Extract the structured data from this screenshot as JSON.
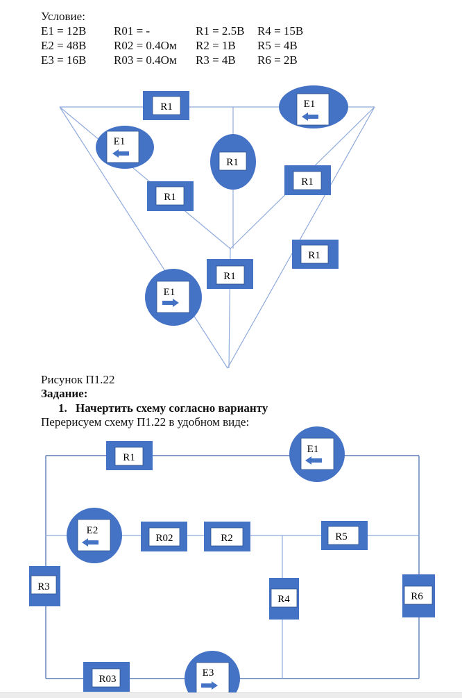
{
  "condition": {
    "heading": "Условие:",
    "rows": [
      [
        "E1 = 12В",
        "R01 = -",
        "R1 = 2.5В",
        "R4 = 15В"
      ],
      [
        "E2 = 48В",
        "R02 = 0.4Ом",
        "R2 = 1В",
        "R5 = 4В"
      ],
      [
        "E3 = 16В",
        "R03 = 0.4Ом",
        "R3 = 4В",
        "R6 = 2В"
      ]
    ]
  },
  "figure1": {
    "caption": "Рисунок П1.22",
    "elements": {
      "r_top": "R1",
      "e_top_right": "E1",
      "e_left": "E1",
      "r_center": "R1",
      "r_right_upper": "R1",
      "r_left_lower": "R1",
      "r_right_lower": "R1",
      "r_middle_lower": "R1",
      "e_bottom": "E1"
    }
  },
  "task": {
    "heading": "Задание:",
    "item_number": "1.",
    "item_text": "Начертить схему согласно варианту",
    "note": "Перерисуем схему П1.22 в удобном виде:"
  },
  "figure2": {
    "elements": {
      "r1": "R1",
      "e1": "E1",
      "e2": "E2",
      "r02": "R02",
      "r2": "R2",
      "r5": "R5",
      "r3": "R3",
      "r4": "R4",
      "r6": "R6",
      "r03": "R03",
      "e3": "E3"
    }
  },
  "colors": {
    "component_fill": "#4472c4",
    "wire": "#8faadc",
    "wire_dark": "#5b7cb5"
  }
}
